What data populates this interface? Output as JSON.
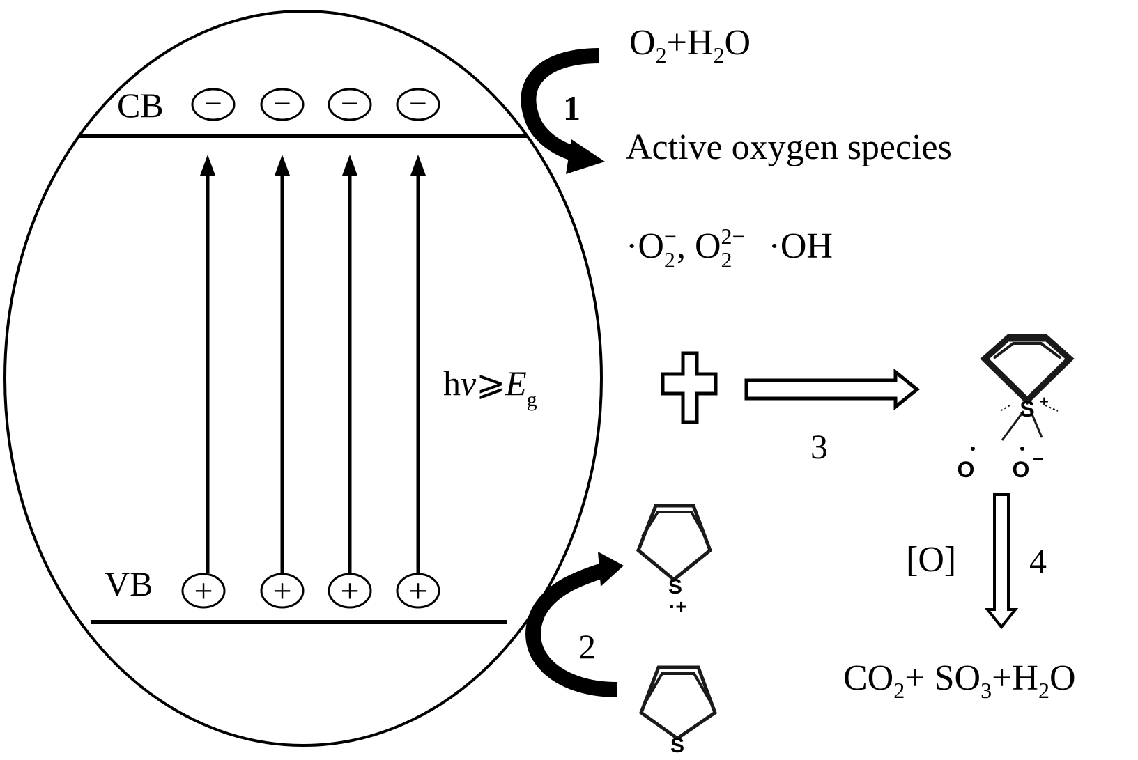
{
  "figure": {
    "cb_label": "CB",
    "vb_label": "VB",
    "electron_symbol": "−",
    "hole_symbol": "+",
    "excitation_h": "h",
    "excitation_nu": "v",
    "excitation_geq": "⩾",
    "excitation_E": "E",
    "excitation_sub": "g",
    "reactants": {
      "o": "O",
      "sub2": "2",
      "plus": "+H",
      "sub2b": "2",
      "o2": "O"
    },
    "active_oxygen_label": "Active oxygen species",
    "radicals": {
      "dot": "·",
      "o1": "O",
      "sub1": "2",
      "sup1": "−",
      "comma": ", O",
      "sub2": "2",
      "sup2": "2−",
      "oh": "·OH"
    },
    "step1": "1",
    "step2": "2",
    "step3": "3",
    "step4": "4",
    "oxidant": "[O]",
    "products": {
      "co": "CO",
      "sub2": "2",
      "so": "+ SO",
      "sub3": "3",
      "h": "+H",
      "sub2b": "2",
      "o": "O"
    },
    "thiophene_S": "S",
    "radical_cation_S": "S",
    "radical_cation_charge": "·+",
    "sulfone_S": "S",
    "sulfone_plus": "+",
    "sulfone_O1": "O",
    "sulfone_O2": "O",
    "sulfone_minus": "−"
  }
}
